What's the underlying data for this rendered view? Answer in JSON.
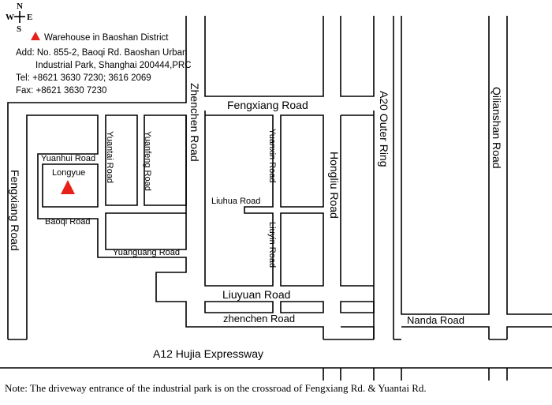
{
  "compass": {
    "n": "N",
    "w": "W",
    "e": "E",
    "s": "S"
  },
  "legend": {
    "title": "Warehouse in Baoshan District",
    "address_line1": "Add: No. 855-2, Baoqi Rd. Baoshan Urban",
    "address_line2": "Industrial Park, Shanghai 200444,PRC",
    "tel": "Tel:  +8621 3630 7230; 3616 2069",
    "fax": "Fax: +8621 3630 7230",
    "marker_color": "#e8201a"
  },
  "roads": {
    "fengxiang_top": "Fengxiang Road",
    "fengxiang_left": "Fengxiang Road",
    "zhenchen_vertical": "Zhenchen Road",
    "a20": "A20 Outer Ring",
    "qilianshan": "Qilianshan Road",
    "yuanhui": "Yuanhui Road",
    "yuantai": "Yuantai Road",
    "yuanfeng": "Yuanfeng Road",
    "yuanxin": "Yuanxin Road",
    "hongliu": "Hongliu Road",
    "liuhua": "Liuhua Road",
    "liuyin": "Liuyin Road",
    "baoqi": "Baoqi Road",
    "yuanguang": "Yuanguang Road",
    "liuyuan": "Liuyuan Road",
    "zhenchen_horizontal": "zhenchen Road",
    "nanda": "Nanda Road",
    "a12": "A12 Hujia Expressway"
  },
  "place": "Longyue",
  "note": "Note: The driveway entrance of the industrial park is on the crossroad of Fengxiang Rd. & Yuantai Rd."
}
